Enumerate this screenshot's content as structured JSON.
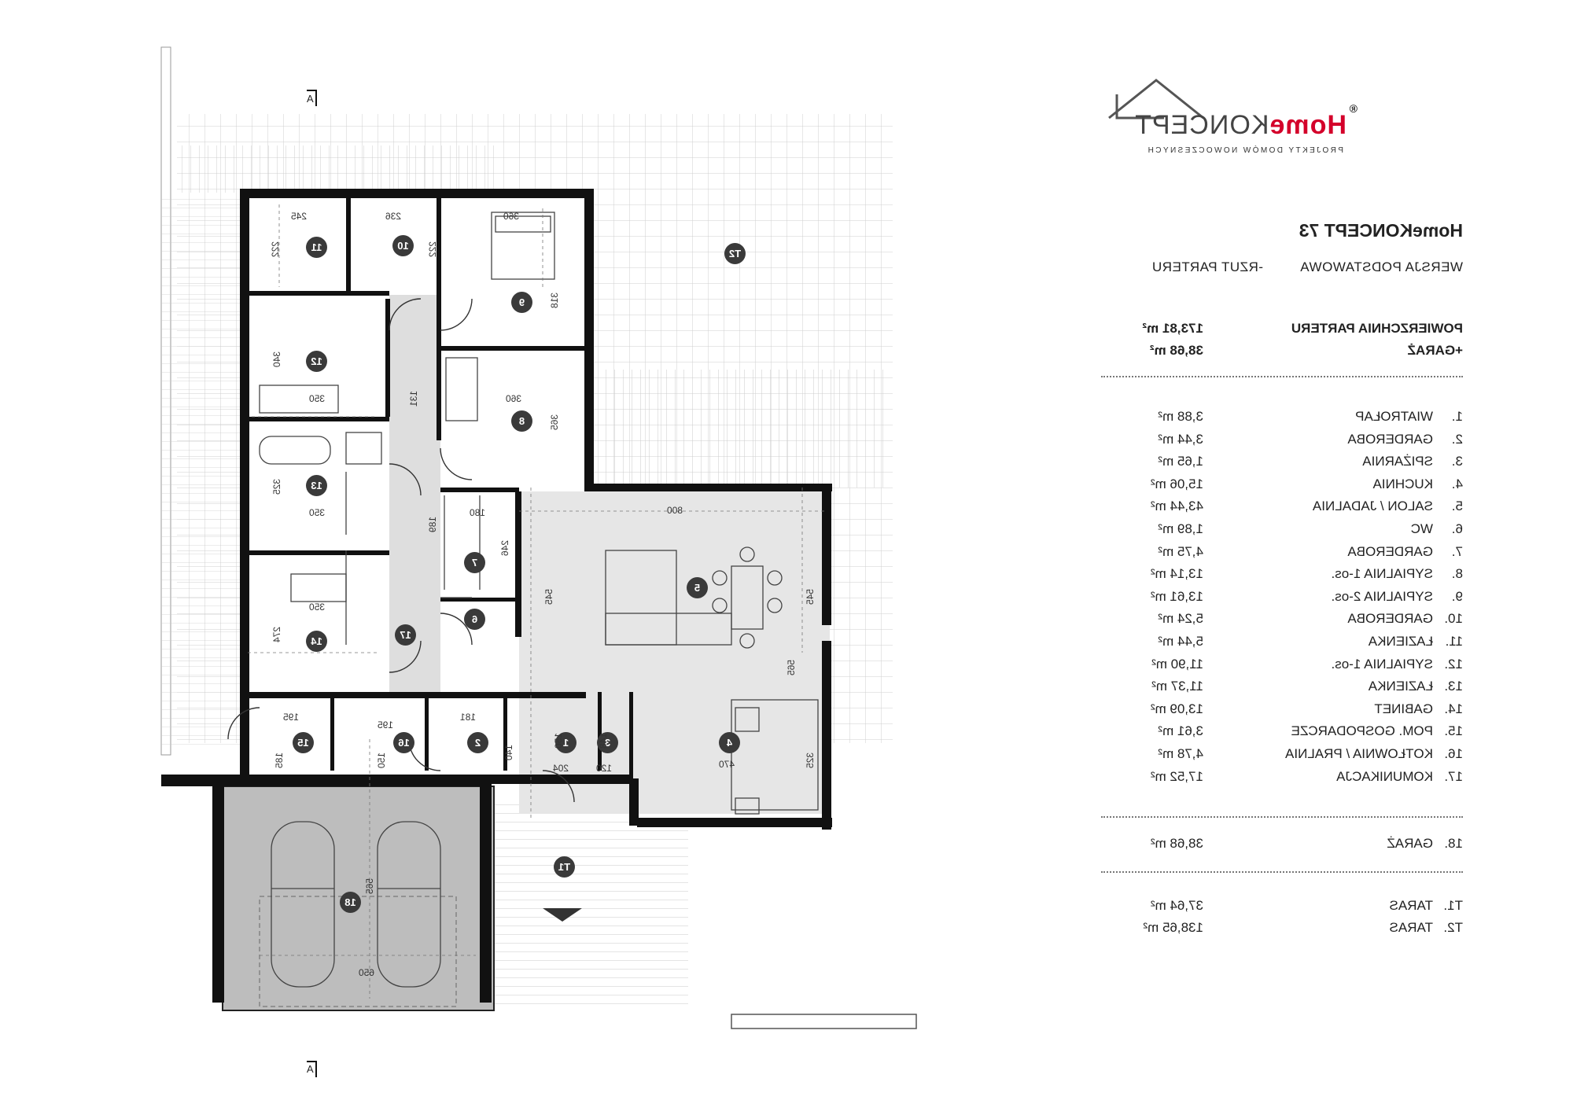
{
  "brand": {
    "logo_home": "Home",
    "logo_koncept": "KONCEPT",
    "logo_mark": "®",
    "tagline": "PROJEKTY DOMÓW NOWOCZESNYCH",
    "accent_color": "#d4002a"
  },
  "project": {
    "title": "HomeKONCEPT 73",
    "version": "WERSJA  PODSTAWOWA",
    "view": "-RZUT PARTERU"
  },
  "summary": [
    {
      "label": "POWIERZCHNIA PARTERU",
      "value": "173,81 m²"
    },
    {
      "label": "+GARAŻ",
      "value": "38,68 m²"
    }
  ],
  "rooms": [
    {
      "no": "1.",
      "name": "WIATROŁAP",
      "area": "3,88 m²"
    },
    {
      "no": "2.",
      "name": "GARDEROBA",
      "area": "3,44 m²"
    },
    {
      "no": "3.",
      "name": "SPIŻARNIA",
      "area": "1,65 m²"
    },
    {
      "no": "4.",
      "name": "KUCHNIA",
      "area": "15,06 m²"
    },
    {
      "no": "5.",
      "name": "SALON / JADALNIA",
      "area": "43,44 m²"
    },
    {
      "no": "6.",
      "name": "WC",
      "area": "1,89 m²"
    },
    {
      "no": "7.",
      "name": "GARDEROBA",
      "area": "4,75 m²"
    },
    {
      "no": "8.",
      "name": "SYPIALNIA 1-os.",
      "area": "13,14 m²"
    },
    {
      "no": "9.",
      "name": "SYPIALNIA 2-os.",
      "area": "13,61 m²"
    },
    {
      "no": "10.",
      "name": "GARDEROBA",
      "area": "5,24 m²"
    },
    {
      "no": "11.",
      "name": "ŁAZIENKA",
      "area": "5,44 m²"
    },
    {
      "no": "12.",
      "name": "SYPIALNIA 1-os.",
      "area": "11,90 m²"
    },
    {
      "no": "13.",
      "name": "ŁAZIENKA",
      "area": "11,37 m²"
    },
    {
      "no": "14.",
      "name": "GABINET",
      "area": "13,09 m²"
    },
    {
      "no": "15.",
      "name": "POM. GOSPODARCZE",
      "area": "3,61 m²"
    },
    {
      "no": "16.",
      "name": "KOTŁOWNIA / PRALNIA",
      "area": "4,78 m²"
    },
    {
      "no": "17.",
      "name": "KOMUNIKACJA",
      "area": "17,52 m²"
    }
  ],
  "garage": {
    "no": "18.",
    "name": "GARAŻ",
    "area": "38,68 m²"
  },
  "terraces": [
    {
      "no": "T1.",
      "name": "TARAS",
      "area": "37,64 m²"
    },
    {
      "no": "T2.",
      "name": "TARAS",
      "area": "138,65 m²"
    }
  ],
  "plan": {
    "section_marks": [
      "A",
      "A"
    ],
    "room_labels": [
      "1",
      "2",
      "3",
      "4",
      "5",
      "6",
      "7",
      "8",
      "9",
      "10",
      "11",
      "12",
      "13",
      "14",
      "15",
      "16",
      "17",
      "18",
      "T1",
      "T2"
    ],
    "dimensions": [
      "245",
      "236",
      "360",
      "222",
      "222",
      "318",
      "340",
      "131",
      "350",
      "360",
      "365",
      "189",
      "325",
      "350",
      "180",
      "246",
      "800",
      "545",
      "545",
      "274",
      "350",
      "565",
      "470",
      "325",
      "195",
      "181",
      "148",
      "140",
      "120",
      "204",
      "150",
      "185",
      "150",
      "195",
      "565",
      "650"
    ]
  }
}
